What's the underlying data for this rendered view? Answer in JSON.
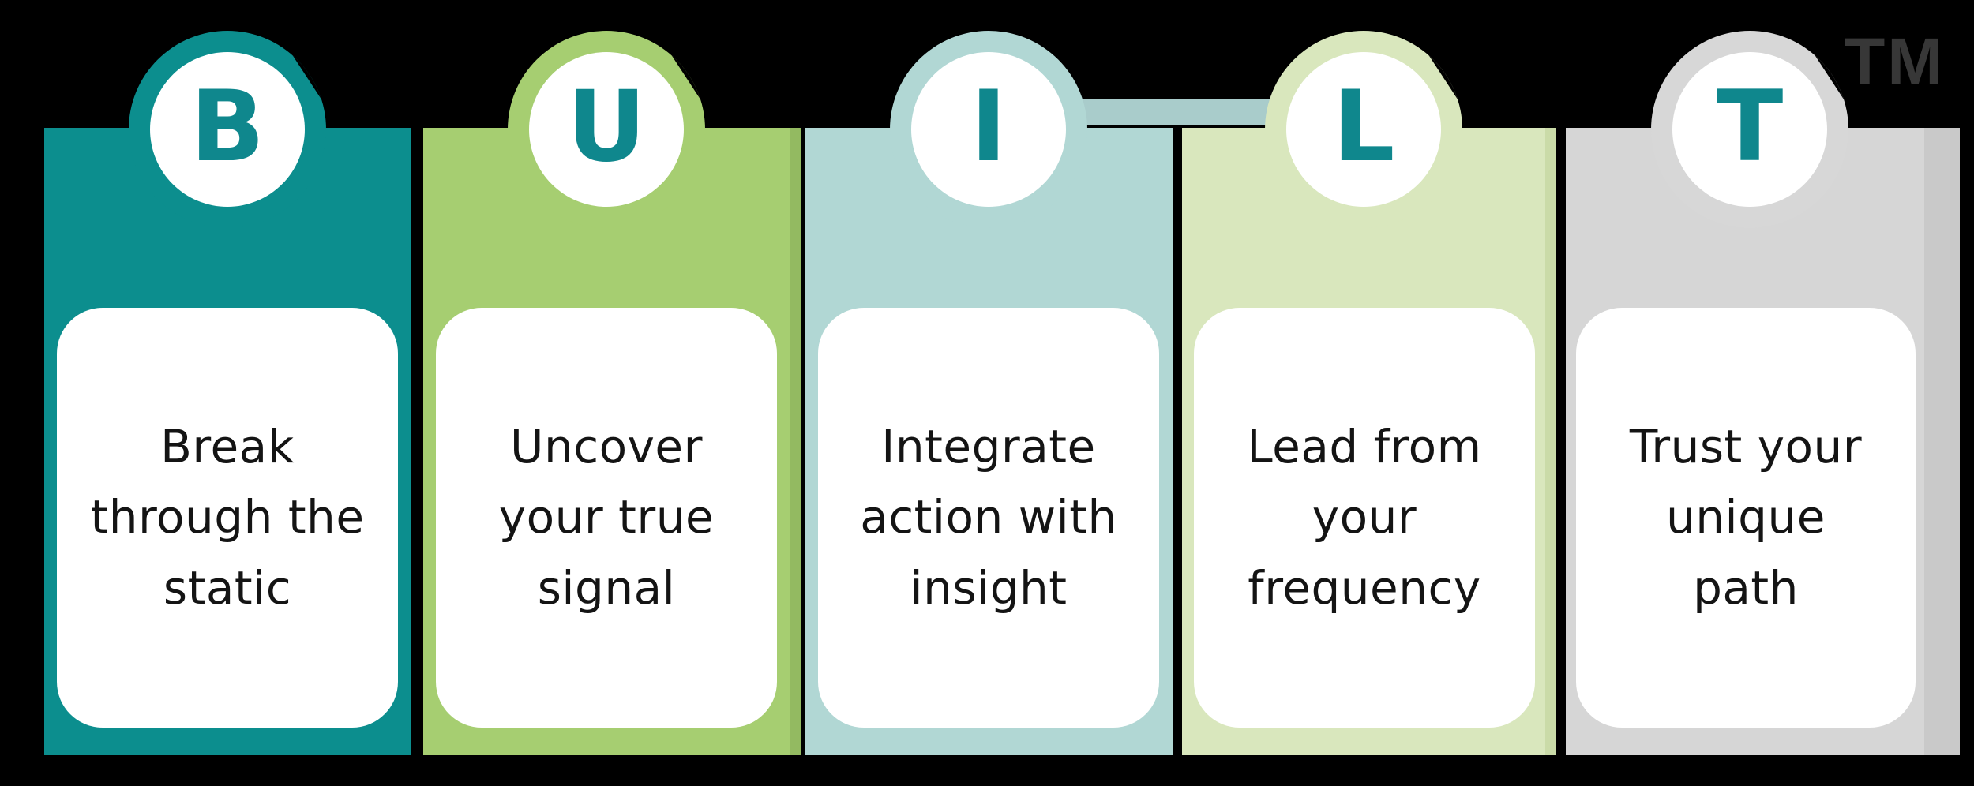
{
  "acronym": "BUILT",
  "trademark": "TM",
  "columns": [
    {
      "letter": "B",
      "description": "Break\nthrough the\nstatic",
      "color": "#0c8e8e",
      "edge_color": null
    },
    {
      "letter": "U",
      "description": "Uncover\nyour true\nsignal",
      "color": "#a6ce71",
      "edge_color": "#93ba61"
    },
    {
      "letter": "I",
      "description": "Integrate\naction with\ninsight",
      "color": "#b1d7d4",
      "edge_color": null
    },
    {
      "letter": "L",
      "description": "Lead from\nyour\nfrequency",
      "color": "#d9e7bd",
      "edge_color": "#cadba8"
    },
    {
      "letter": "T",
      "description": "Trust your\nunique\npath",
      "color": "#d6d6d6",
      "edge_color": "#c9c9c9"
    }
  ],
  "colors": {
    "background": "#000000",
    "letter_teal": "#0f878d",
    "card_background": "#ffffff",
    "card_text": "#141414",
    "connector_bar": "#a9cccb",
    "trademark_gray": "#373737",
    "shadow_wedge": "#000000"
  }
}
